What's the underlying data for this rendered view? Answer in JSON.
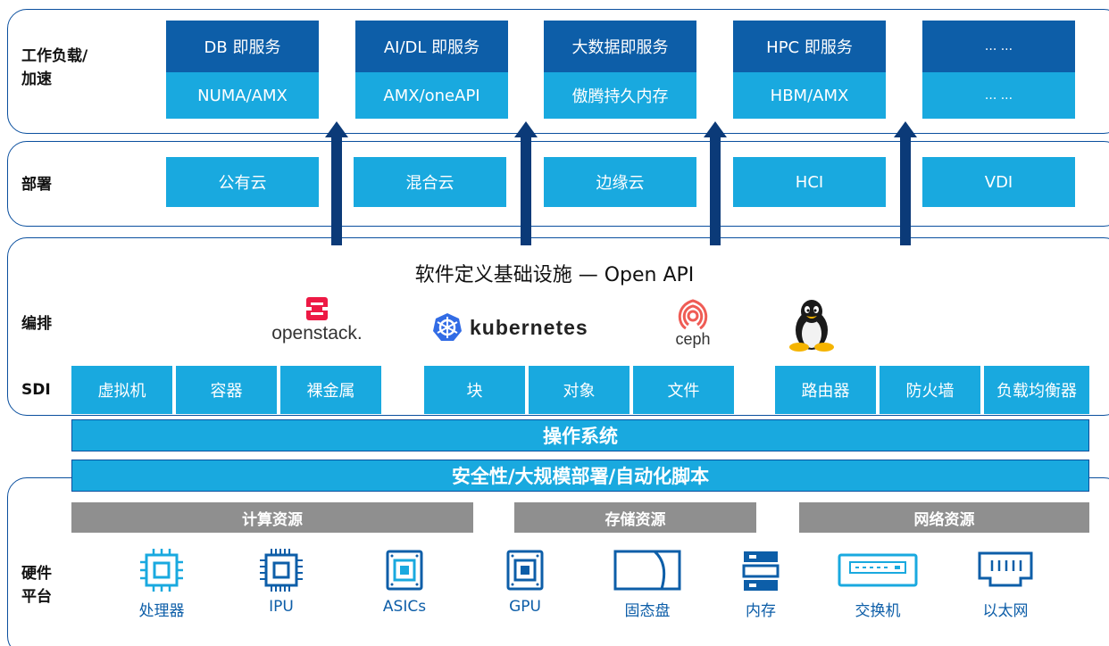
{
  "layers": {
    "workload": {
      "label_line1": "工作负载/",
      "label_line2": "加速"
    },
    "deploy": {
      "label": "部署"
    },
    "orchestrate": {
      "label": "编排"
    },
    "sdi": {
      "label": "SDI"
    },
    "hardware": {
      "label_line1": "硬件",
      "label_line2": "平台"
    }
  },
  "workloads": [
    {
      "service": "DB 即服务",
      "accel": "NUMA/AMX"
    },
    {
      "service": "AI/DL 即服务",
      "accel": "AMX/oneAPI"
    },
    {
      "service": "大数据即服务",
      "accel": "傲腾持久内存"
    },
    {
      "service": "HPC 即服务",
      "accel": "HBM/AMX"
    },
    {
      "service": "... ...",
      "accel": "... ..."
    }
  ],
  "deployments": [
    "公有云",
    "混合云",
    "边缘云",
    "HCI",
    "VDI"
  ],
  "sdi_title": "软件定义基础设施 — Open API",
  "logos": {
    "openstack": "openstack.",
    "kubernetes": "kubernetes",
    "ceph": "ceph"
  },
  "sdi_items": [
    "虚拟机",
    "容器",
    "裸金属",
    "块",
    "对象",
    "文件",
    "路由器",
    "防火墙",
    "负载均衡器"
  ],
  "bars": {
    "os": "操作系统",
    "security": "安全性/大规模部署/自动化脚本"
  },
  "resources": [
    "计算资源",
    "存储资源",
    "网络资源"
  ],
  "hardware": [
    {
      "label": "处理器",
      "icon": "cpu-icon"
    },
    {
      "label": "IPU",
      "icon": "ipu-icon"
    },
    {
      "label": "ASICs",
      "icon": "asic-icon"
    },
    {
      "label": "GPU",
      "icon": "gpu-icon"
    },
    {
      "label": "固态盘",
      "icon": "ssd-icon"
    },
    {
      "label": "内存",
      "icon": "memory-icon"
    },
    {
      "label": "交换机",
      "icon": "switch-icon"
    },
    {
      "label": "以太网",
      "icon": "ethernet-icon"
    }
  ],
  "colors": {
    "dark_blue": "#0d5ea8",
    "light_blue": "#19a9df",
    "navy": "#0b3a78",
    "grey": "#8f8f8f",
    "border": "#0a4f9e"
  }
}
